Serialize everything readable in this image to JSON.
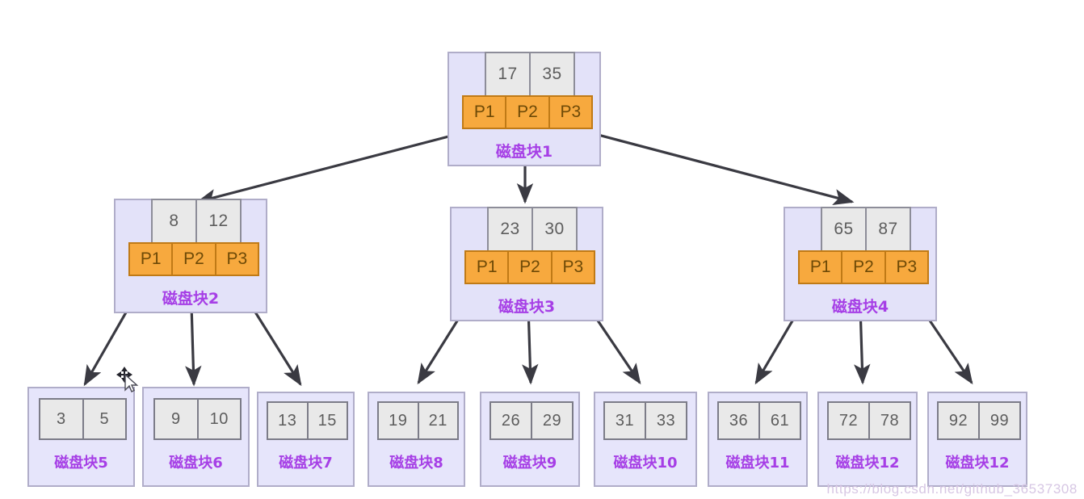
{
  "diagram": {
    "title": "B+ Tree / B-Tree disk block index structure",
    "colors": {
      "node_bg": "#e3e2f9",
      "node_border": "#b0adc9",
      "key_bg": "#e9e9e9",
      "key_border": "#8d8d99",
      "pointer_bg": "#f7a93e",
      "pointer_border": "#c07a16",
      "label_text": "#a63fe6",
      "edge": "#3a3a42",
      "watermark": "#d7c7e4"
    },
    "pointer_labels": [
      "P1",
      "P2",
      "P3"
    ],
    "watermark": "https://blog.csdn.net/github_36537308"
  },
  "nodes": {
    "root": {
      "label": "磁盘块1",
      "keys": [
        "17",
        "35"
      ],
      "pointers": [
        "P1",
        "P2",
        "P3"
      ]
    },
    "internal": [
      {
        "label": "磁盘块2",
        "keys": [
          "8",
          "12"
        ],
        "pointers": [
          "P1",
          "P2",
          "P3"
        ]
      },
      {
        "label": "磁盘块3",
        "keys": [
          "23",
          "30"
        ],
        "pointers": [
          "P1",
          "P2",
          "P3"
        ]
      },
      {
        "label": "磁盘块4",
        "keys": [
          "65",
          "87"
        ],
        "pointers": [
          "P1",
          "P2",
          "P3"
        ]
      }
    ],
    "leaves": [
      {
        "label": "磁盘块5",
        "keys": [
          "3",
          "5"
        ]
      },
      {
        "label": "磁盘块6",
        "keys": [
          "9",
          "10"
        ]
      },
      {
        "label": "磁盘块7",
        "keys": [
          "13",
          "15"
        ]
      },
      {
        "label": "磁盘块8",
        "keys": [
          "19",
          "21"
        ]
      },
      {
        "label": "磁盘块9",
        "keys": [
          "26",
          "29"
        ]
      },
      {
        "label": "磁盘块10",
        "keys": [
          "31",
          "33"
        ]
      },
      {
        "label": "磁盘块11",
        "keys": [
          "36",
          "61"
        ]
      },
      {
        "label": "磁盘块12",
        "keys": [
          "72",
          "78"
        ]
      },
      {
        "label": "磁盘块12",
        "keys": [
          "92",
          "99"
        ]
      }
    ]
  },
  "chart_data": {
    "type": "diagram-tree",
    "title": "B-Tree disk block structure",
    "levels": 3,
    "edges": [
      [
        "磁盘块1",
        "磁盘块2"
      ],
      [
        "磁盘块1",
        "磁盘块3"
      ],
      [
        "磁盘块1",
        "磁盘块4"
      ],
      [
        "磁盘块2",
        "磁盘块5"
      ],
      [
        "磁盘块2",
        "磁盘块6"
      ],
      [
        "磁盘块2",
        "磁盘块7"
      ],
      [
        "磁盘块3",
        "磁盘块8"
      ],
      [
        "磁盘块3",
        "磁盘块9"
      ],
      [
        "磁盘块3",
        "磁盘块10"
      ],
      [
        "磁盘块4",
        "磁盘块11"
      ],
      [
        "磁盘块4",
        "磁盘块12"
      ],
      [
        "磁盘块4",
        "磁盘块12"
      ]
    ]
  }
}
